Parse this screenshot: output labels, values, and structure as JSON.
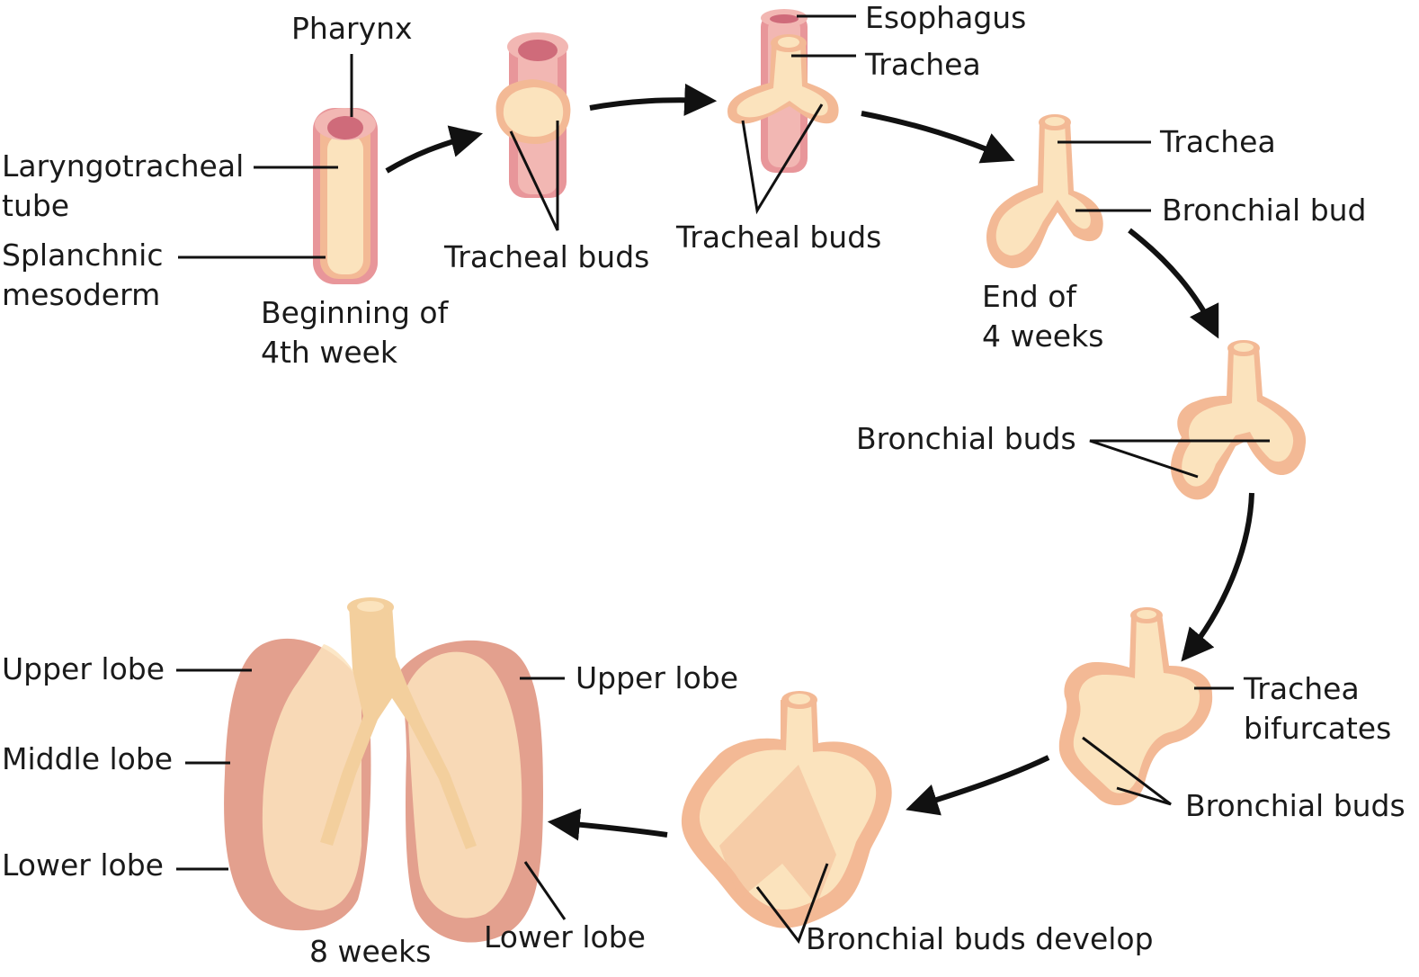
{
  "colors": {
    "pink_outer": "#e8969a",
    "pink_mid": "#f2b7b3",
    "pink_inner": "#cf6b7a",
    "tan_outer": "#f3b995",
    "tan_inner": "#fbe3bd",
    "lung_fill": "#e3a08e",
    "lung_dark": "#c97d6c",
    "line": "#111111"
  },
  "stages": [
    {
      "id": "beginning-4th-week",
      "caption": "Beginning of\n4th week"
    },
    {
      "id": "tracheal-buds-1",
      "caption": ""
    },
    {
      "id": "tracheal-buds-2",
      "caption": ""
    },
    {
      "id": "end-4-weeks",
      "caption": "End of\n4 weeks"
    },
    {
      "id": "bronchial-buds-stage",
      "caption": ""
    },
    {
      "id": "trachea-bifurcates-stage",
      "caption": ""
    },
    {
      "id": "bronchial-buds-develop-stage",
      "caption": ""
    },
    {
      "id": "eight-weeks",
      "caption": "8 weeks"
    }
  ],
  "labels": {
    "pharynx": "Pharynx",
    "laryngotracheal_tube": "Laryngotracheal\ntube",
    "splanchnic_mesoderm": "Splanchnic\nmesoderm",
    "beginning_4th_week": "Beginning of\n4th week",
    "tracheal_buds_a": "Tracheal buds",
    "esophagus": "Esophagus",
    "trachea_a": "Trachea",
    "tracheal_buds_b": "Tracheal buds",
    "trachea_b": "Trachea",
    "bronchial_bud": "Bronchial bud",
    "end_of_4_weeks": "End of\n4 weeks",
    "bronchial_buds_a": "Bronchial buds",
    "trachea_bifurcates": "Trachea\nbifurcates",
    "bronchial_buds_b": "Bronchial buds",
    "bronchial_buds_develop": "Bronchial buds develop",
    "upper_lobe_left": "Upper lobe",
    "middle_lobe": "Middle lobe",
    "lower_lobe_left": "Lower lobe",
    "upper_lobe_right": "Upper lobe",
    "lower_lobe_right": "Lower lobe",
    "eight_weeks": "8 weeks"
  }
}
